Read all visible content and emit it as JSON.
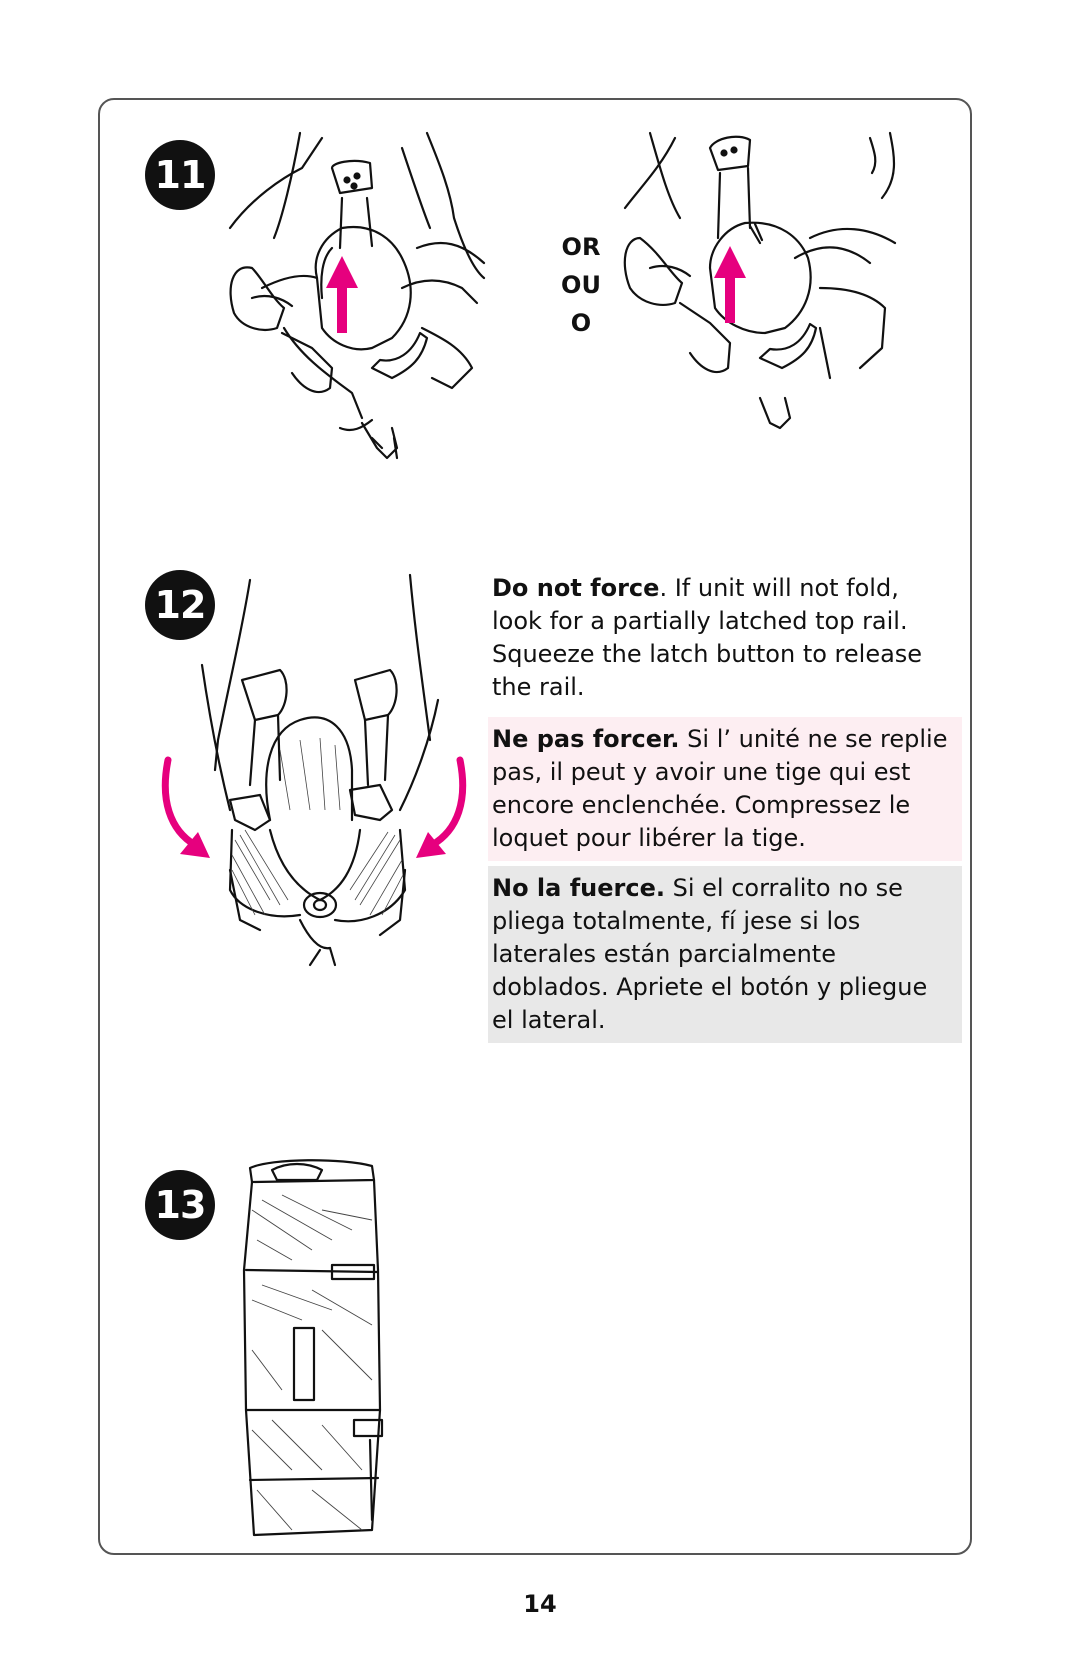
{
  "steps": [
    {
      "number": "11"
    },
    {
      "number": "12"
    },
    {
      "number": "13"
    }
  ],
  "or_labels": [
    "OR",
    "OU",
    "O"
  ],
  "instructions": {
    "en": {
      "bold": "Do not force",
      "text": ". If unit will not fold, look for a partially latched top rail. Squeeze the latch button to release the rail."
    },
    "fr": {
      "bold": "Ne pas forcer.",
      "text": " Si l’ unité ne se replie pas, il peut y avoir une tige qui est encore enclenchée. Compressez le loquet pour libérer la tige."
    },
    "es": {
      "bold": "No la fuerce.",
      "text": " Si el corralito no se pliega totalmente, fí jese si los laterales están parcialmente doblados. Apriete el botón y pliegue el lateral."
    }
  },
  "page_number": "14",
  "colors": {
    "arrow": "#e6007e",
    "french_bg": "#fdeef2",
    "spanish_bg": "#e8e8e8"
  },
  "icons": [
    "up-arrow-icon",
    "curved-arrow-icon"
  ]
}
